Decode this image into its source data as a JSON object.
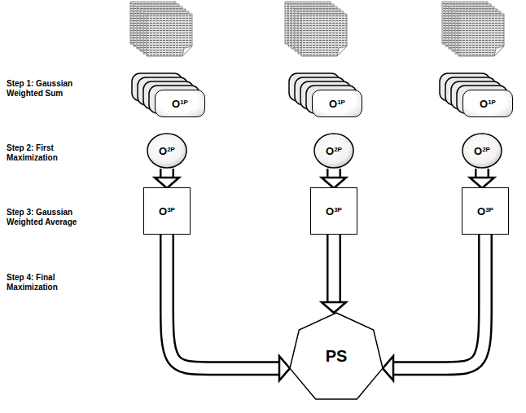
{
  "diagram": {
    "nodes": [
      {
        "text": [
          "O1P"
        ]
      },
      {
        "text": [
          "O1P"
        ]
      },
      {
        "text": [
          "O1P"
        ]
      },
      {
        "text": [
          "O2P"
        ]
      },
      {
        "text": [
          "O2P"
        ]
      },
      {
        "text": [
          "O2P"
        ]
      },
      {
        "text": [
          "O3P"
        ]
      },
      {
        "text": [
          "O3P"
        ]
      },
      {
        "text": [
          "O3P"
        ]
      },
      {
        "text": [
          "PS"
        ]
      }
    ],
    "edges": [
      {
        "from": 3,
        "to": 6,
        "arrow": "to"
      },
      {
        "from": 4,
        "to": 7,
        "arrow": "to"
      },
      {
        "from": 5,
        "to": 8,
        "arrow": "to"
      },
      {
        "from": 6,
        "to": 9,
        "arrow": "to"
      },
      {
        "from": 7,
        "to": 9,
        "arrow": "to"
      },
      {
        "from": 8,
        "to": 9,
        "arrow": "to"
      }
    ],
    "labels": [
      "Step 1: Gaussian Weighted Sum",
      "Step 2: First Maximization",
      "Step 3: Gaussian Weighted Average",
      "Step 4: Final Maximization"
    ]
  }
}
